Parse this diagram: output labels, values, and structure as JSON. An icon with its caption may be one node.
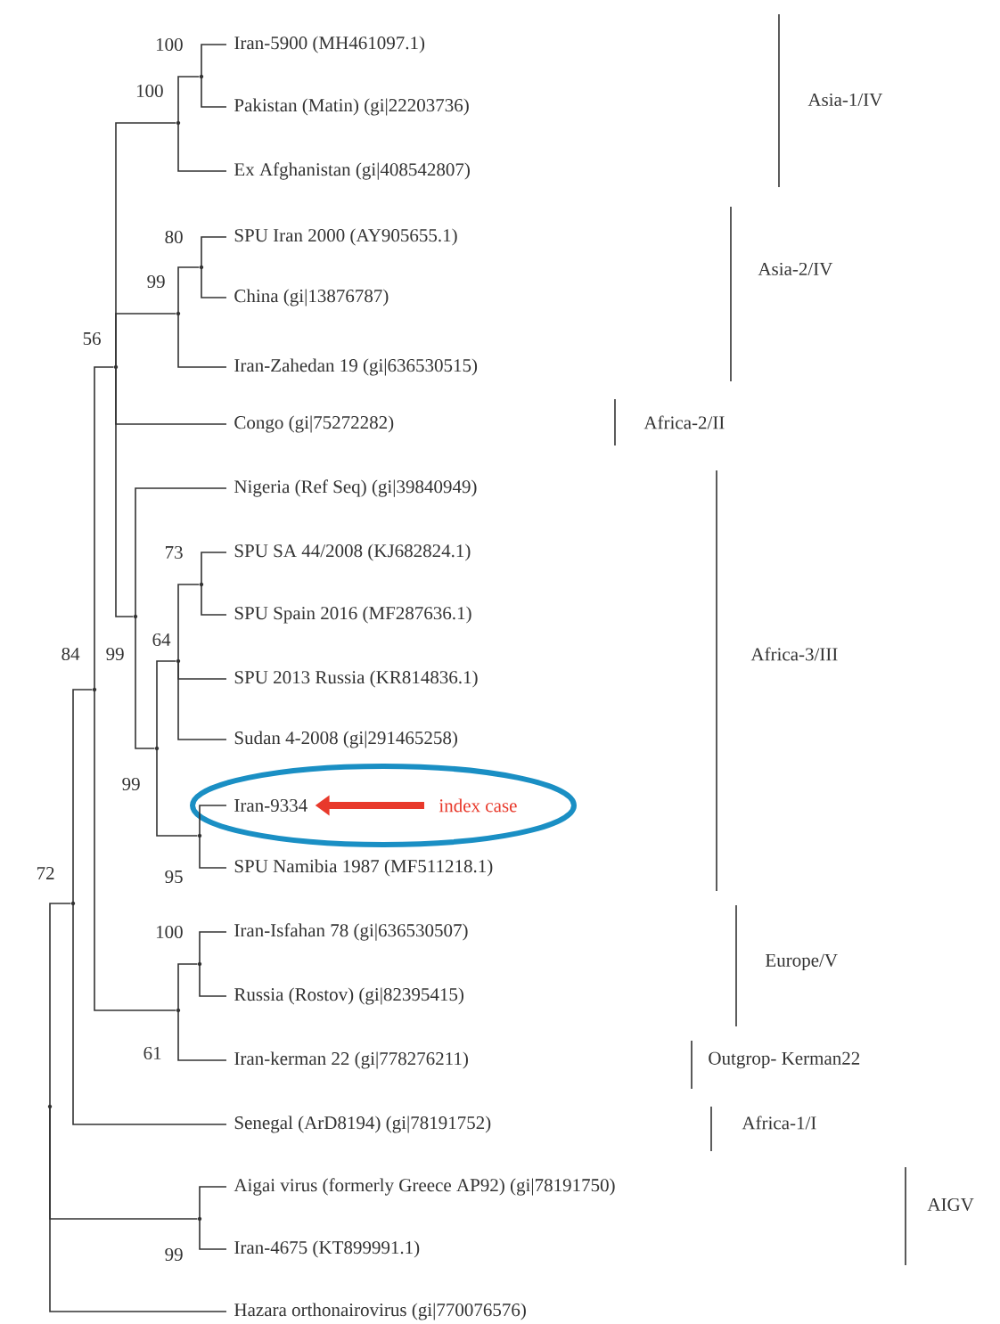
{
  "diagram": {
    "nodes": [
      {
        "text": [
          "Iran-5900 (MH461097.1)"
        ]
      },
      {
        "text": [
          "Pakistan (Matin) (gi|22203736)"
        ]
      },
      {
        "text": [
          "Ex Afghanistan (gi|408542807)"
        ]
      },
      {
        "text": [
          "SPU Iran 2000 (AY905655.1)"
        ]
      },
      {
        "text": [
          "China (gi|13876787)"
        ]
      },
      {
        "text": [
          "Iran-Zahedan 19 (gi|636530515)"
        ]
      },
      {
        "text": [
          "Congo (gi|75272282)"
        ]
      },
      {
        "text": [
          "Nigeria (Ref Seq) (gi|39840949)"
        ]
      },
      {
        "text": [
          "SPU SA 44/2008 (KJ682824.1)"
        ]
      },
      {
        "text": [
          "SPU Spain 2016 (MF287636.1)"
        ]
      },
      {
        "text": [
          "SPU 2013 Russia (KR814836.1)"
        ]
      },
      {
        "text": [
          "Sudan 4-2008 (gi|291465258)"
        ]
      },
      {
        "text": [],
        "shape": "ellipse"
      },
      {
        "text": [
          "Iran-9334"
        ],
        "in": 12
      },
      {
        "text": [
          "index case"
        ],
        "in": 12
      },
      {
        "text": [
          "SPU Namibia 1987 (MF511218.1)"
        ]
      },
      {
        "text": [
          "Iran-Isfahan 78 (gi|636530507)"
        ]
      },
      {
        "text": [
          "Russia (Rostov) (gi|82395415)"
        ]
      },
      {
        "text": [
          "Iran-kerman 22 (gi|778276211)"
        ]
      },
      {
        "text": [
          "Senegal (ArD8194) (gi|78191752)"
        ]
      },
      {
        "text": [
          "Aigai virus (formerly Greece AP92) (gi|78191750)"
        ]
      },
      {
        "text": [
          "Iran-4675 (KT899991.1)"
        ]
      },
      {
        "text": [
          "Hazara orthonairovirus (gi|770076576)"
        ]
      },
      {
        "text": [],
        "shape": "point",
        "beside": [
          "100"
        ]
      },
      {
        "text": [],
        "shape": "point",
        "beside": [
          "100"
        ]
      },
      {
        "text": [],
        "shape": "point",
        "beside": [
          "80"
        ]
      },
      {
        "text": [],
        "shape": "point",
        "beside": [
          "99"
        ]
      },
      {
        "text": [],
        "shape": "point",
        "beside": [
          "56"
        ]
      },
      {
        "text": [],
        "shape": "point",
        "beside": [
          "99"
        ]
      },
      {
        "text": [],
        "shape": "point",
        "beside": [
          "99"
        ]
      },
      {
        "text": [],
        "shape": "point",
        "beside": [
          "64"
        ]
      },
      {
        "text": [],
        "shape": "point",
        "beside": [
          "95"
        ]
      },
      {
        "text": [],
        "shape": "point",
        "beside": [
          "73"
        ]
      },
      {
        "text": [],
        "shape": "point",
        "beside": [
          "100"
        ]
      },
      {
        "text": [],
        "shape": "point",
        "beside": [
          "61"
        ]
      },
      {
        "text": [],
        "shape": "point",
        "beside": [
          "84"
        ]
      },
      {
        "text": [],
        "shape": "point",
        "beside": [
          "72"
        ]
      },
      {
        "text": [],
        "shape": "point",
        "beside": [
          "99"
        ]
      },
      {
        "text": [],
        "shape": "point"
      }
    ],
    "edges": [
      {
        "from": 23,
        "to": 0,
        "arrow": "none"
      },
      {
        "from": 23,
        "to": 1,
        "arrow": "none"
      },
      {
        "from": 24,
        "to": 23,
        "arrow": "none"
      },
      {
        "from": 24,
        "to": 2,
        "arrow": "none"
      },
      {
        "from": 25,
        "to": 3,
        "arrow": "none"
      },
      {
        "from": 25,
        "to": 4,
        "arrow": "none"
      },
      {
        "from": 26,
        "to": 25,
        "arrow": "none"
      },
      {
        "from": 26,
        "to": 5,
        "arrow": "none"
      },
      {
        "from": 27,
        "to": 24,
        "arrow": "none"
      },
      {
        "from": 27,
        "to": 26,
        "arrow": "none"
      },
      {
        "from": 27,
        "to": 6,
        "arrow": "none"
      },
      {
        "from": 27,
        "to": 28,
        "arrow": "none"
      },
      {
        "from": 28,
        "to": 7,
        "arrow": "none"
      },
      {
        "from": 28,
        "to": 29,
        "arrow": "none"
      },
      {
        "from": 29,
        "to": 30,
        "arrow": "none"
      },
      {
        "from": 29,
        "to": 31,
        "arrow": "none"
      },
      {
        "from": 30,
        "to": 32,
        "arrow": "none"
      },
      {
        "from": 30,
        "to": 10,
        "arrow": "none"
      },
      {
        "from": 30,
        "to": 11,
        "arrow": "none"
      },
      {
        "from": 32,
        "to": 8,
        "arrow": "none"
      },
      {
        "from": 32,
        "to": 9,
        "arrow": "none"
      },
      {
        "from": 31,
        "to": 13,
        "arrow": "none"
      },
      {
        "from": 31,
        "to": 15,
        "arrow": "none"
      },
      {
        "from": 33,
        "to": 16,
        "arrow": "none"
      },
      {
        "from": 33,
        "to": 17,
        "arrow": "none"
      },
      {
        "from": 34,
        "to": 33,
        "arrow": "none"
      },
      {
        "from": 34,
        "to": 18,
        "arrow": "none"
      },
      {
        "from": 35,
        "to": 27,
        "arrow": "none"
      },
      {
        "from": 35,
        "to": 34,
        "arrow": "none"
      },
      {
        "from": 36,
        "to": 35,
        "arrow": "none"
      },
      {
        "from": 36,
        "to": 19,
        "arrow": "none"
      },
      {
        "from": 37,
        "to": 20,
        "arrow": "none"
      },
      {
        "from": 37,
        "to": 21,
        "arrow": "none"
      },
      {
        "from": 38,
        "to": 36,
        "arrow": "none"
      },
      {
        "from": 38,
        "to": 37,
        "arrow": "none"
      },
      {
        "from": 38,
        "to": 22,
        "arrow": "none"
      },
      {
        "from": 14,
        "to": 13,
        "arrow": "to",
        "style": "thick",
        "color": "#e8392b"
      }
    ],
    "labels": [
      "Asia-1/IV",
      "Asia-2/IV",
      "Africa-2/II",
      "Africa-3/III",
      "Europe/V",
      "Outgrop- Kerman22",
      "Africa-1/I",
      "AIGV"
    ]
  }
}
